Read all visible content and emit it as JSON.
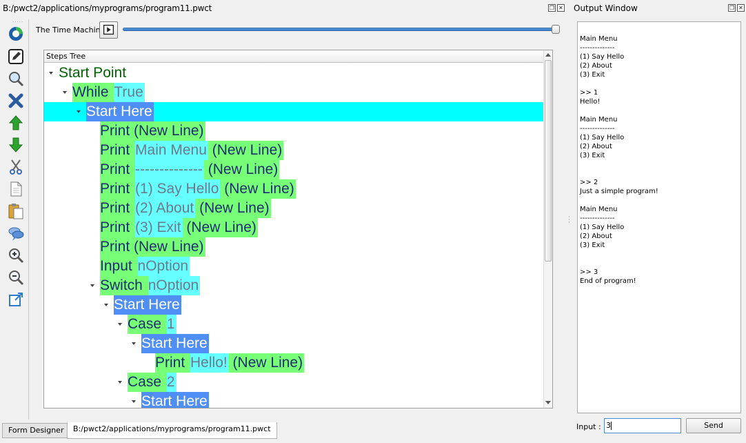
{
  "designer": {
    "title": "B:/pwct2/applications/myprograms/program11.pwct"
  },
  "toolbar": {
    "tools": [
      {
        "name": "logo-icon"
      },
      {
        "name": "edit-icon"
      },
      {
        "name": "find-icon"
      },
      {
        "name": "delete-icon"
      },
      {
        "name": "move-up-icon"
      },
      {
        "name": "move-down-icon"
      },
      {
        "name": "cut-icon"
      },
      {
        "name": "copy-icon"
      },
      {
        "name": "paste-icon"
      },
      {
        "name": "comment-icon"
      },
      {
        "name": "zoom-in-icon"
      },
      {
        "name": "zoom-out-icon"
      },
      {
        "name": "external-window-icon"
      }
    ]
  },
  "time_machine": {
    "label": "The Time Machine",
    "position_percent": 100
  },
  "steps_tree": {
    "header": "Steps Tree",
    "rows": [
      {
        "level": 0,
        "expand": true,
        "segments": [
          {
            "t": "Start Point",
            "c": "dg",
            "b": ""
          }
        ]
      },
      {
        "level": 1,
        "expand": true,
        "segments": [
          {
            "t": "While ",
            "c": "nv",
            "b": "g"
          },
          {
            "t": "True",
            "c": "gy",
            "b": "c"
          }
        ]
      },
      {
        "level": 2,
        "expand": true,
        "selected": true,
        "segments": [
          {
            "t": "Start Here",
            "c": "wh",
            "b": "b"
          }
        ]
      },
      {
        "level": 3,
        "expand": false,
        "segments": [
          {
            "t": "Print (New Line)",
            "c": "nv",
            "b": "g"
          }
        ]
      },
      {
        "level": 3,
        "expand": false,
        "segments": [
          {
            "t": "Print ",
            "c": "nv",
            "b": "g"
          },
          {
            "t": "Main Menu",
            "c": "gy",
            "b": "c"
          },
          {
            "t": " (New Line)",
            "c": "nv",
            "b": "g"
          }
        ]
      },
      {
        "level": 3,
        "expand": false,
        "segments": [
          {
            "t": "Print ",
            "c": "nv",
            "b": "g"
          },
          {
            "t": "--------------",
            "c": "gy",
            "b": "c"
          },
          {
            "t": " (New Line)",
            "c": "nv",
            "b": "g"
          }
        ]
      },
      {
        "level": 3,
        "expand": false,
        "segments": [
          {
            "t": "Print ",
            "c": "nv",
            "b": "g"
          },
          {
            "t": "(1) Say Hello",
            "c": "gy",
            "b": "c"
          },
          {
            "t": " (New Line)",
            "c": "nv",
            "b": "g"
          }
        ]
      },
      {
        "level": 3,
        "expand": false,
        "segments": [
          {
            "t": "Print ",
            "c": "nv",
            "b": "g"
          },
          {
            "t": "(2) About",
            "c": "gy",
            "b": "c"
          },
          {
            "t": " (New Line)",
            "c": "nv",
            "b": "g"
          }
        ]
      },
      {
        "level": 3,
        "expand": false,
        "segments": [
          {
            "t": "Print ",
            "c": "nv",
            "b": "g"
          },
          {
            "t": "(3) Exit",
            "c": "gy",
            "b": "c"
          },
          {
            "t": " (New Line)",
            "c": "nv",
            "b": "g"
          }
        ]
      },
      {
        "level": 3,
        "expand": false,
        "segments": [
          {
            "t": "Print (New Line)",
            "c": "nv",
            "b": "g"
          }
        ]
      },
      {
        "level": 3,
        "expand": false,
        "segments": [
          {
            "t": "Input ",
            "c": "nv",
            "b": "g"
          },
          {
            "t": "nOption",
            "c": "gy",
            "b": "c"
          }
        ]
      },
      {
        "level": 3,
        "expand": true,
        "segments": [
          {
            "t": "Switch ",
            "c": "nv",
            "b": "g"
          },
          {
            "t": "nOption",
            "c": "gy",
            "b": "c"
          }
        ]
      },
      {
        "level": 4,
        "expand": true,
        "segments": [
          {
            "t": "Start Here",
            "c": "wh",
            "b": "b"
          }
        ]
      },
      {
        "level": 5,
        "expand": true,
        "segments": [
          {
            "t": "Case ",
            "c": "nv",
            "b": "g"
          },
          {
            "t": "1",
            "c": "gy",
            "b": "c"
          }
        ]
      },
      {
        "level": 6,
        "expand": true,
        "segments": [
          {
            "t": "Start Here",
            "c": "wh",
            "b": "b"
          }
        ]
      },
      {
        "level": 7,
        "expand": false,
        "segments": [
          {
            "t": "Print ",
            "c": "nv",
            "b": "g"
          },
          {
            "t": "Hello!",
            "c": "gy",
            "b": "c"
          },
          {
            "t": " (New Line)",
            "c": "nv",
            "b": "g"
          }
        ]
      },
      {
        "level": 5,
        "expand": true,
        "segments": [
          {
            "t": "Case ",
            "c": "nv",
            "b": "g"
          },
          {
            "t": "2",
            "c": "gy",
            "b": "c"
          }
        ]
      },
      {
        "level": 6,
        "expand": true,
        "segments": [
          {
            "t": "Start Here",
            "c": "wh",
            "b": "b"
          }
        ]
      }
    ]
  },
  "output_window": {
    "title": "Output Window",
    "lines": [
      "Main Menu",
      "--------------",
      "(1) Say Hello",
      "(2) About",
      "(3) Exit",
      "",
      ">> 1",
      "Hello!",
      "",
      "Main Menu",
      "--------------",
      "(1) Say Hello",
      "(2) About",
      "(3) Exit",
      "",
      "",
      ">> 2",
      "Just a simple program!",
      "",
      "Main Menu",
      "--------------",
      "(1) Say Hello",
      "(2) About",
      "(3) Exit",
      "",
      "",
      ">> 3",
      "End of program!"
    ],
    "input_label": "Input :",
    "input_value": "3",
    "send_label": "Send"
  },
  "tabs": [
    {
      "label": "Form Designer",
      "active": false
    },
    {
      "label": "B:/pwct2/applications/myprograms/program11.pwct",
      "active": true
    }
  ],
  "colors": {
    "selected_row": "#00ffff",
    "command_bg": "#77ff77",
    "param_bg": "#66ffff",
    "start_here_bg": "#4f8ef5"
  }
}
